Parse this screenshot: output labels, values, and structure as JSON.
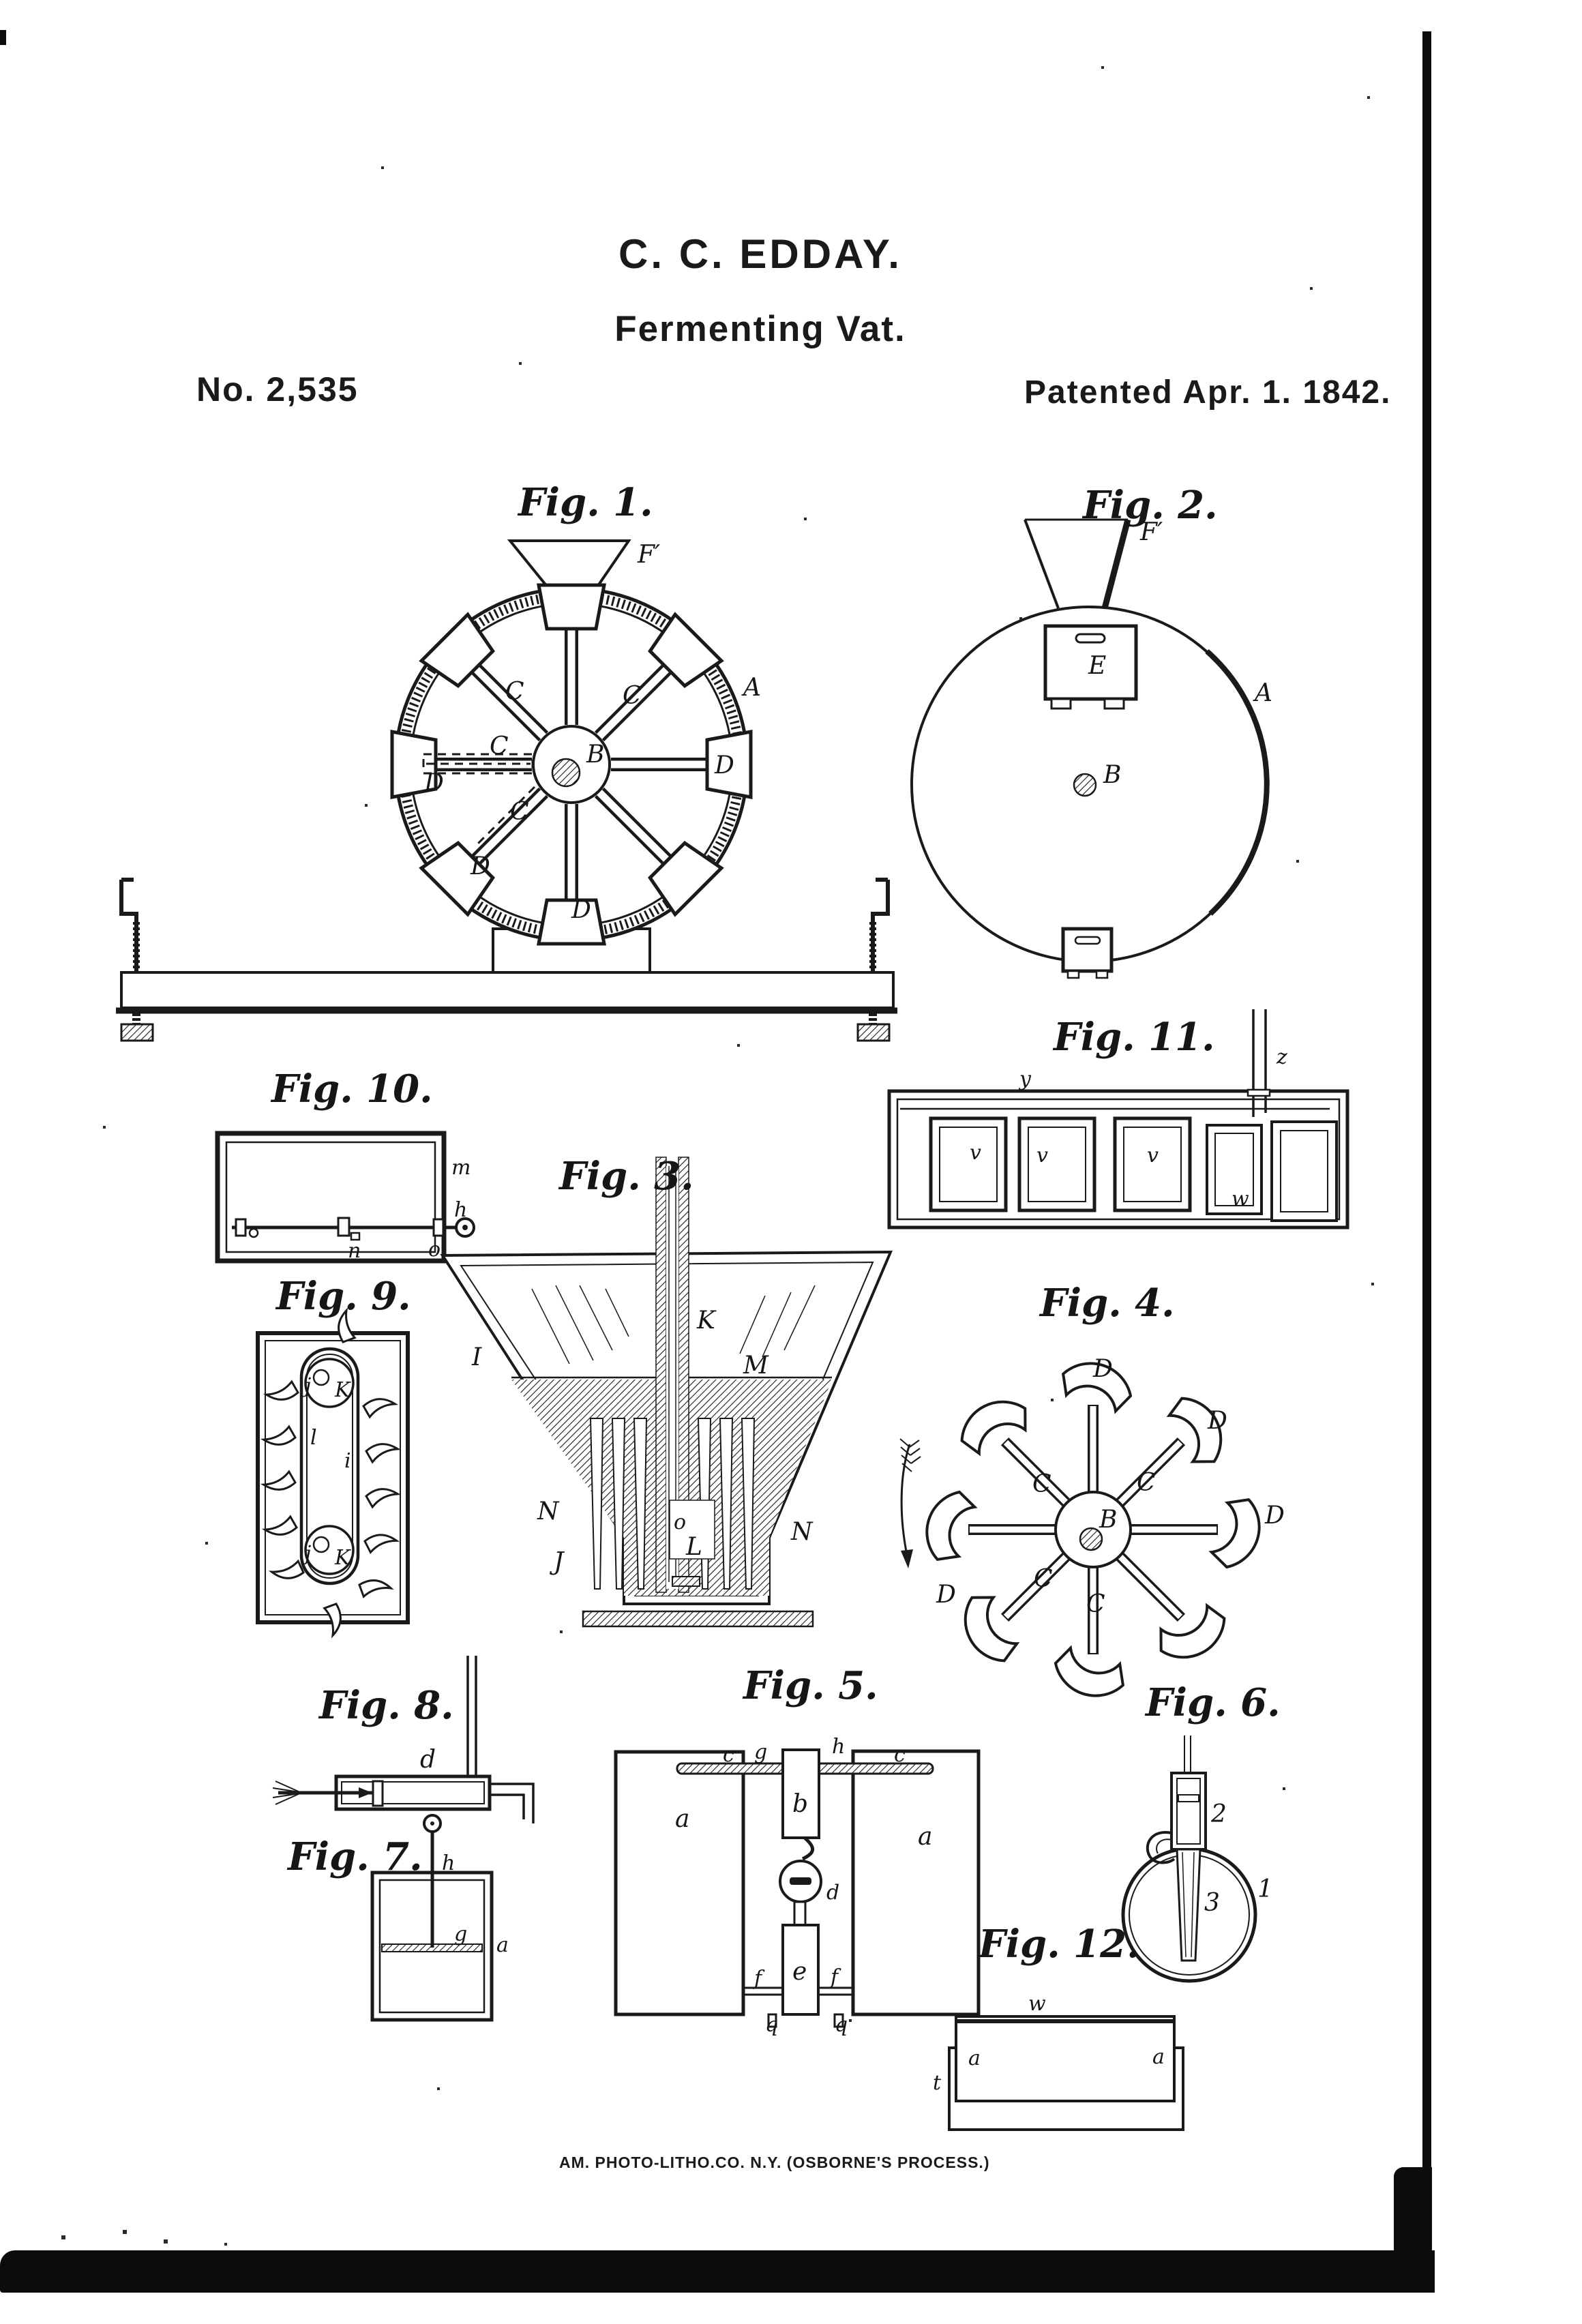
{
  "page": {
    "inventor": "C. C. EDDAY.",
    "title": "Fermenting Vat.",
    "patent_number": "No. 2,535",
    "patent_date": "Patented Apr. 1. 1842.",
    "imprint": "AM. PHOTO-LITHO.CO. N.Y. (OSBORNE'S PROCESS.)"
  },
  "figures": {
    "fig1": {
      "label": "Fig. 1.",
      "parts": {
        "funnel": "F′",
        "rim": "A",
        "hub": "B",
        "c1": "C",
        "c2": "C",
        "c3": "C",
        "c4": "C",
        "d1": "D",
        "d2": "D",
        "d3": "D",
        "d4": "D"
      }
    },
    "fig2": {
      "label": "Fig. 2.",
      "parts": {
        "funnel": "F′",
        "box": "E",
        "rim": "A",
        "hub": "B"
      }
    },
    "fig3": {
      "label": "Fig. 3.",
      "parts": {
        "tube": "K",
        "wall": "I",
        "level": "M",
        "n_left": "N",
        "n_right": "N",
        "base": "J",
        "small_o": "o",
        "outlet": "L"
      }
    },
    "fig4": {
      "label": "Fig. 4.",
      "parts": {
        "hub": "B",
        "c1": "C",
        "c2": "C",
        "c3": "C",
        "c4": "C",
        "d1": "D",
        "d2": "D",
        "d3": "D",
        "d4": "D"
      }
    },
    "fig5": {
      "label": "Fig. 5.",
      "parts": {
        "c_left": "c",
        "g": "g",
        "h": "h",
        "c_right": "c",
        "a_left": "a",
        "a_right": "a",
        "b": "b",
        "d": "d",
        "e": "e",
        "f_left": "f",
        "f_right": "f",
        "q_left": "q",
        "q_right": "q"
      }
    },
    "fig6": {
      "label": "Fig. 6.",
      "parts": {
        "tube": "2",
        "ball": "1",
        "inner": "3"
      }
    },
    "fig7": {
      "label": "Fig. 7.",
      "parts": {
        "rod": "h",
        "plate": "g",
        "tank": "a"
      }
    },
    "fig8": {
      "label": "Fig. 8.",
      "parts": {
        "cylinder": "d"
      }
    },
    "fig9": {
      "label": "Fig. 9.",
      "parts": {
        "j_top": "j",
        "k_top": "K",
        "belt_l": "l",
        "belt_i": "i",
        "j_bot": "j",
        "k_bot": "K"
      }
    },
    "fig10": {
      "label": "Fig. 10.",
      "parts": {
        "m": "m",
        "h": "h",
        "n": "n",
        "o": "o"
      }
    },
    "fig11": {
      "label": "Fig. 11.",
      "parts": {
        "y": "y",
        "z": "z",
        "v1": "v",
        "v2": "v",
        "v3": "v",
        "w": "w"
      }
    },
    "fig12": {
      "label": "Fig. 12.",
      "parts": {
        "w": "w",
        "a_left": "a",
        "a_right": "a",
        "t": "t"
      }
    }
  }
}
